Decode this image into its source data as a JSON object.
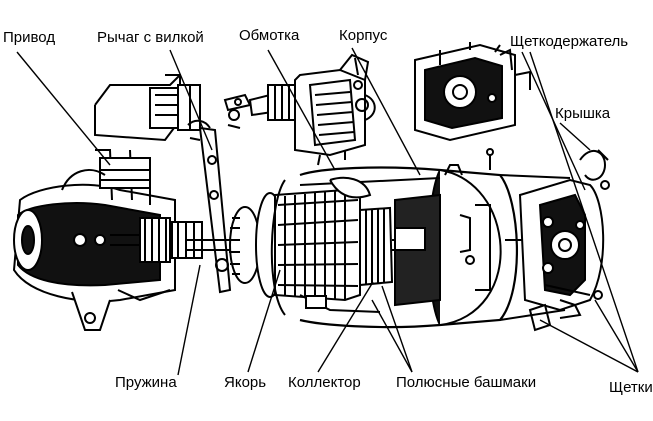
{
  "diagram": {
    "labels": {
      "privod": "Привод",
      "rychag": "Рычаг с вилкой",
      "obmotka": "Обмотка",
      "korpus": "Корпус",
      "shchetkoderzhatel": "Щеткодержатель",
      "kryshka": "Крышка",
      "pruzhina": "Пружина",
      "yakor": "Якорь",
      "kollektor": "Коллектор",
      "polyusnye_bashmaki": "Полюсные башмаки",
      "shchetki": "Щетки"
    },
    "colors": {
      "ink": "#000000",
      "paper": "#ffffff",
      "shade": "#2a2a2a"
    }
  }
}
